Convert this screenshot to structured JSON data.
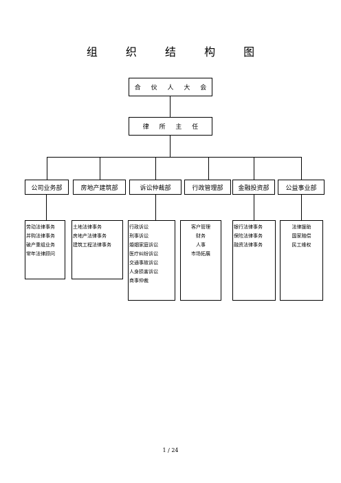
{
  "title": "组 织 结 构 图",
  "top": "合 伙 人 大 会",
  "director": "律 所 主 任",
  "departments": [
    {
      "name": "公司业务部",
      "items": [
        "劳动法律事务",
        "并购法律事务",
        "破产重组业务",
        "常年法律顾问"
      ]
    },
    {
      "name": "房地产建筑部",
      "items": [
        "土地法律事务",
        "房地产法律事务",
        "建筑工程法律事务"
      ]
    },
    {
      "name": "诉讼仲裁部",
      "items": [
        "行政诉讼",
        "刑事诉讼",
        "婚姻家庭诉讼",
        "医疗纠纷诉讼",
        "交通事故诉讼",
        "人身损害诉讼",
        "商事仲裁"
      ]
    },
    {
      "name": "行政管理部",
      "items": [
        "客户管理",
        "财务",
        "人事",
        "市场拓展"
      ]
    },
    {
      "name": "金融投资部",
      "items": [
        "银行法律事务",
        "保险法律事务",
        "融资法律事务"
      ]
    },
    {
      "name": "公益事业部",
      "items": [
        "法律援助",
        "国家赔偿",
        "民工维权"
      ]
    }
  ],
  "page_number": "1 / 24"
}
